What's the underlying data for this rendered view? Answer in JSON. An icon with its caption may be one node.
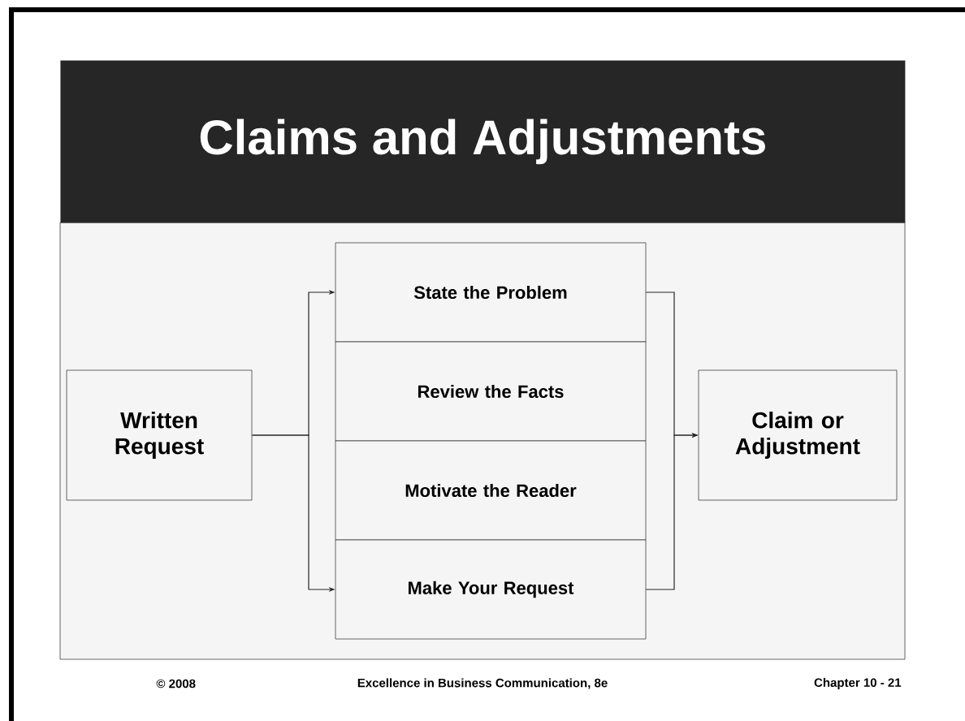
{
  "diagram": {
    "title": "Claims and Adjustments",
    "nodes": [
      {
        "text": [
          "Written Request"
        ]
      },
      {
        "text": [
          "State the Problem"
        ]
      },
      {
        "text": [
          "Review the Facts"
        ]
      },
      {
        "text": [
          "Motivate the Reader"
        ]
      },
      {
        "text": [
          "Make Your Request"
        ]
      },
      {
        "text": [
          "Claim or Adjustment"
        ]
      }
    ],
    "edges": [
      {
        "from": 0,
        "to": 1,
        "arrow": "to"
      },
      {
        "from": 0,
        "to": 4,
        "arrow": "to"
      },
      {
        "from": 1,
        "to": 5,
        "arrow": "to"
      },
      {
        "from": 4,
        "to": 5,
        "arrow": "to"
      }
    ],
    "labels": [
      "© 2008",
      "Excellence in Business Communication, 8e",
      "Chapter 10 - 21"
    ]
  }
}
